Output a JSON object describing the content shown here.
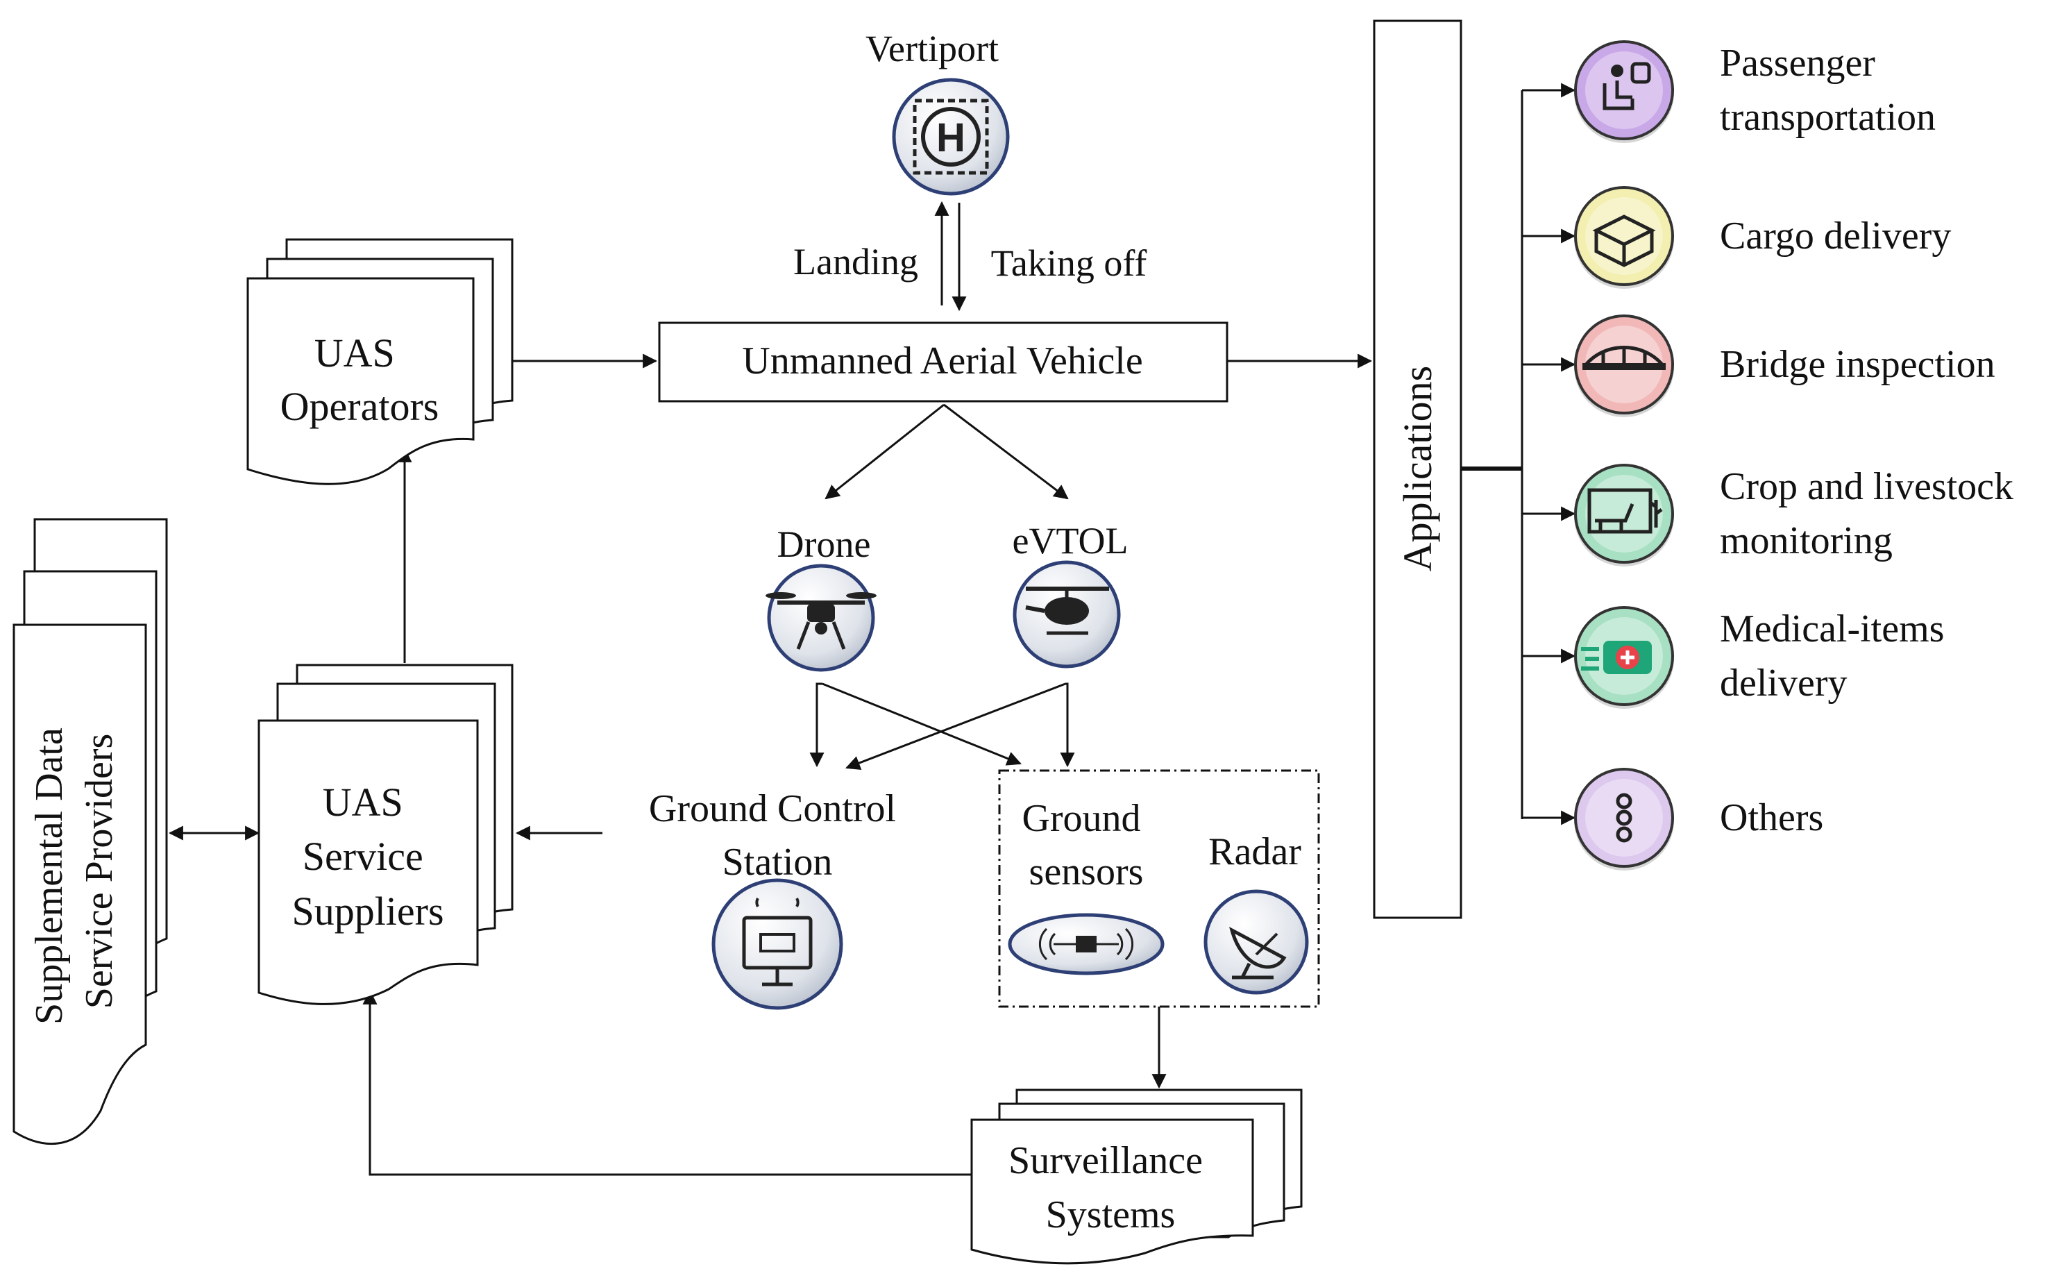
{
  "nodes": {
    "vertiport": "Vertiport",
    "landing": "Landing",
    "taking_off": "Taking off",
    "uav": "Unmanned Aerial Vehicle",
    "uas_operators": [
      "UAS",
      "Operators"
    ],
    "drone": "Drone",
    "evtol": "eVTOL",
    "gcs": [
      "Ground Control",
      "Station"
    ],
    "ground_sensors": [
      "Ground",
      "sensors"
    ],
    "radar": "Radar",
    "uas_service_suppliers": [
      "UAS",
      "Service",
      "Suppliers"
    ],
    "sdsp": [
      "Supplemental Data",
      "Service Providers"
    ],
    "surveillance": [
      "Surveillance",
      "Systems"
    ],
    "applications": "Applications"
  },
  "applications": [
    {
      "lines": [
        "Passenger",
        "transportation"
      ],
      "icon": "passenger-seat-icon",
      "color": "#c9a8e8"
    },
    {
      "lines": [
        "Cargo delivery"
      ],
      "icon": "cargo-box-icon",
      "color": "#f3efb0"
    },
    {
      "lines": [
        "Bridge inspection"
      ],
      "icon": "bridge-icon",
      "color": "#f2b8b8"
    },
    {
      "lines": [
        "Crop and livestock",
        "monitoring"
      ],
      "icon": "livestock-icon",
      "color": "#a8e0c4"
    },
    {
      "lines": [
        "Medical-items",
        "delivery"
      ],
      "icon": "medical-bag-icon",
      "color": "#a8e0c4"
    },
    {
      "lines": [
        "Others"
      ],
      "icon": "more-dots-icon",
      "color": "#ddc8ee"
    }
  ]
}
